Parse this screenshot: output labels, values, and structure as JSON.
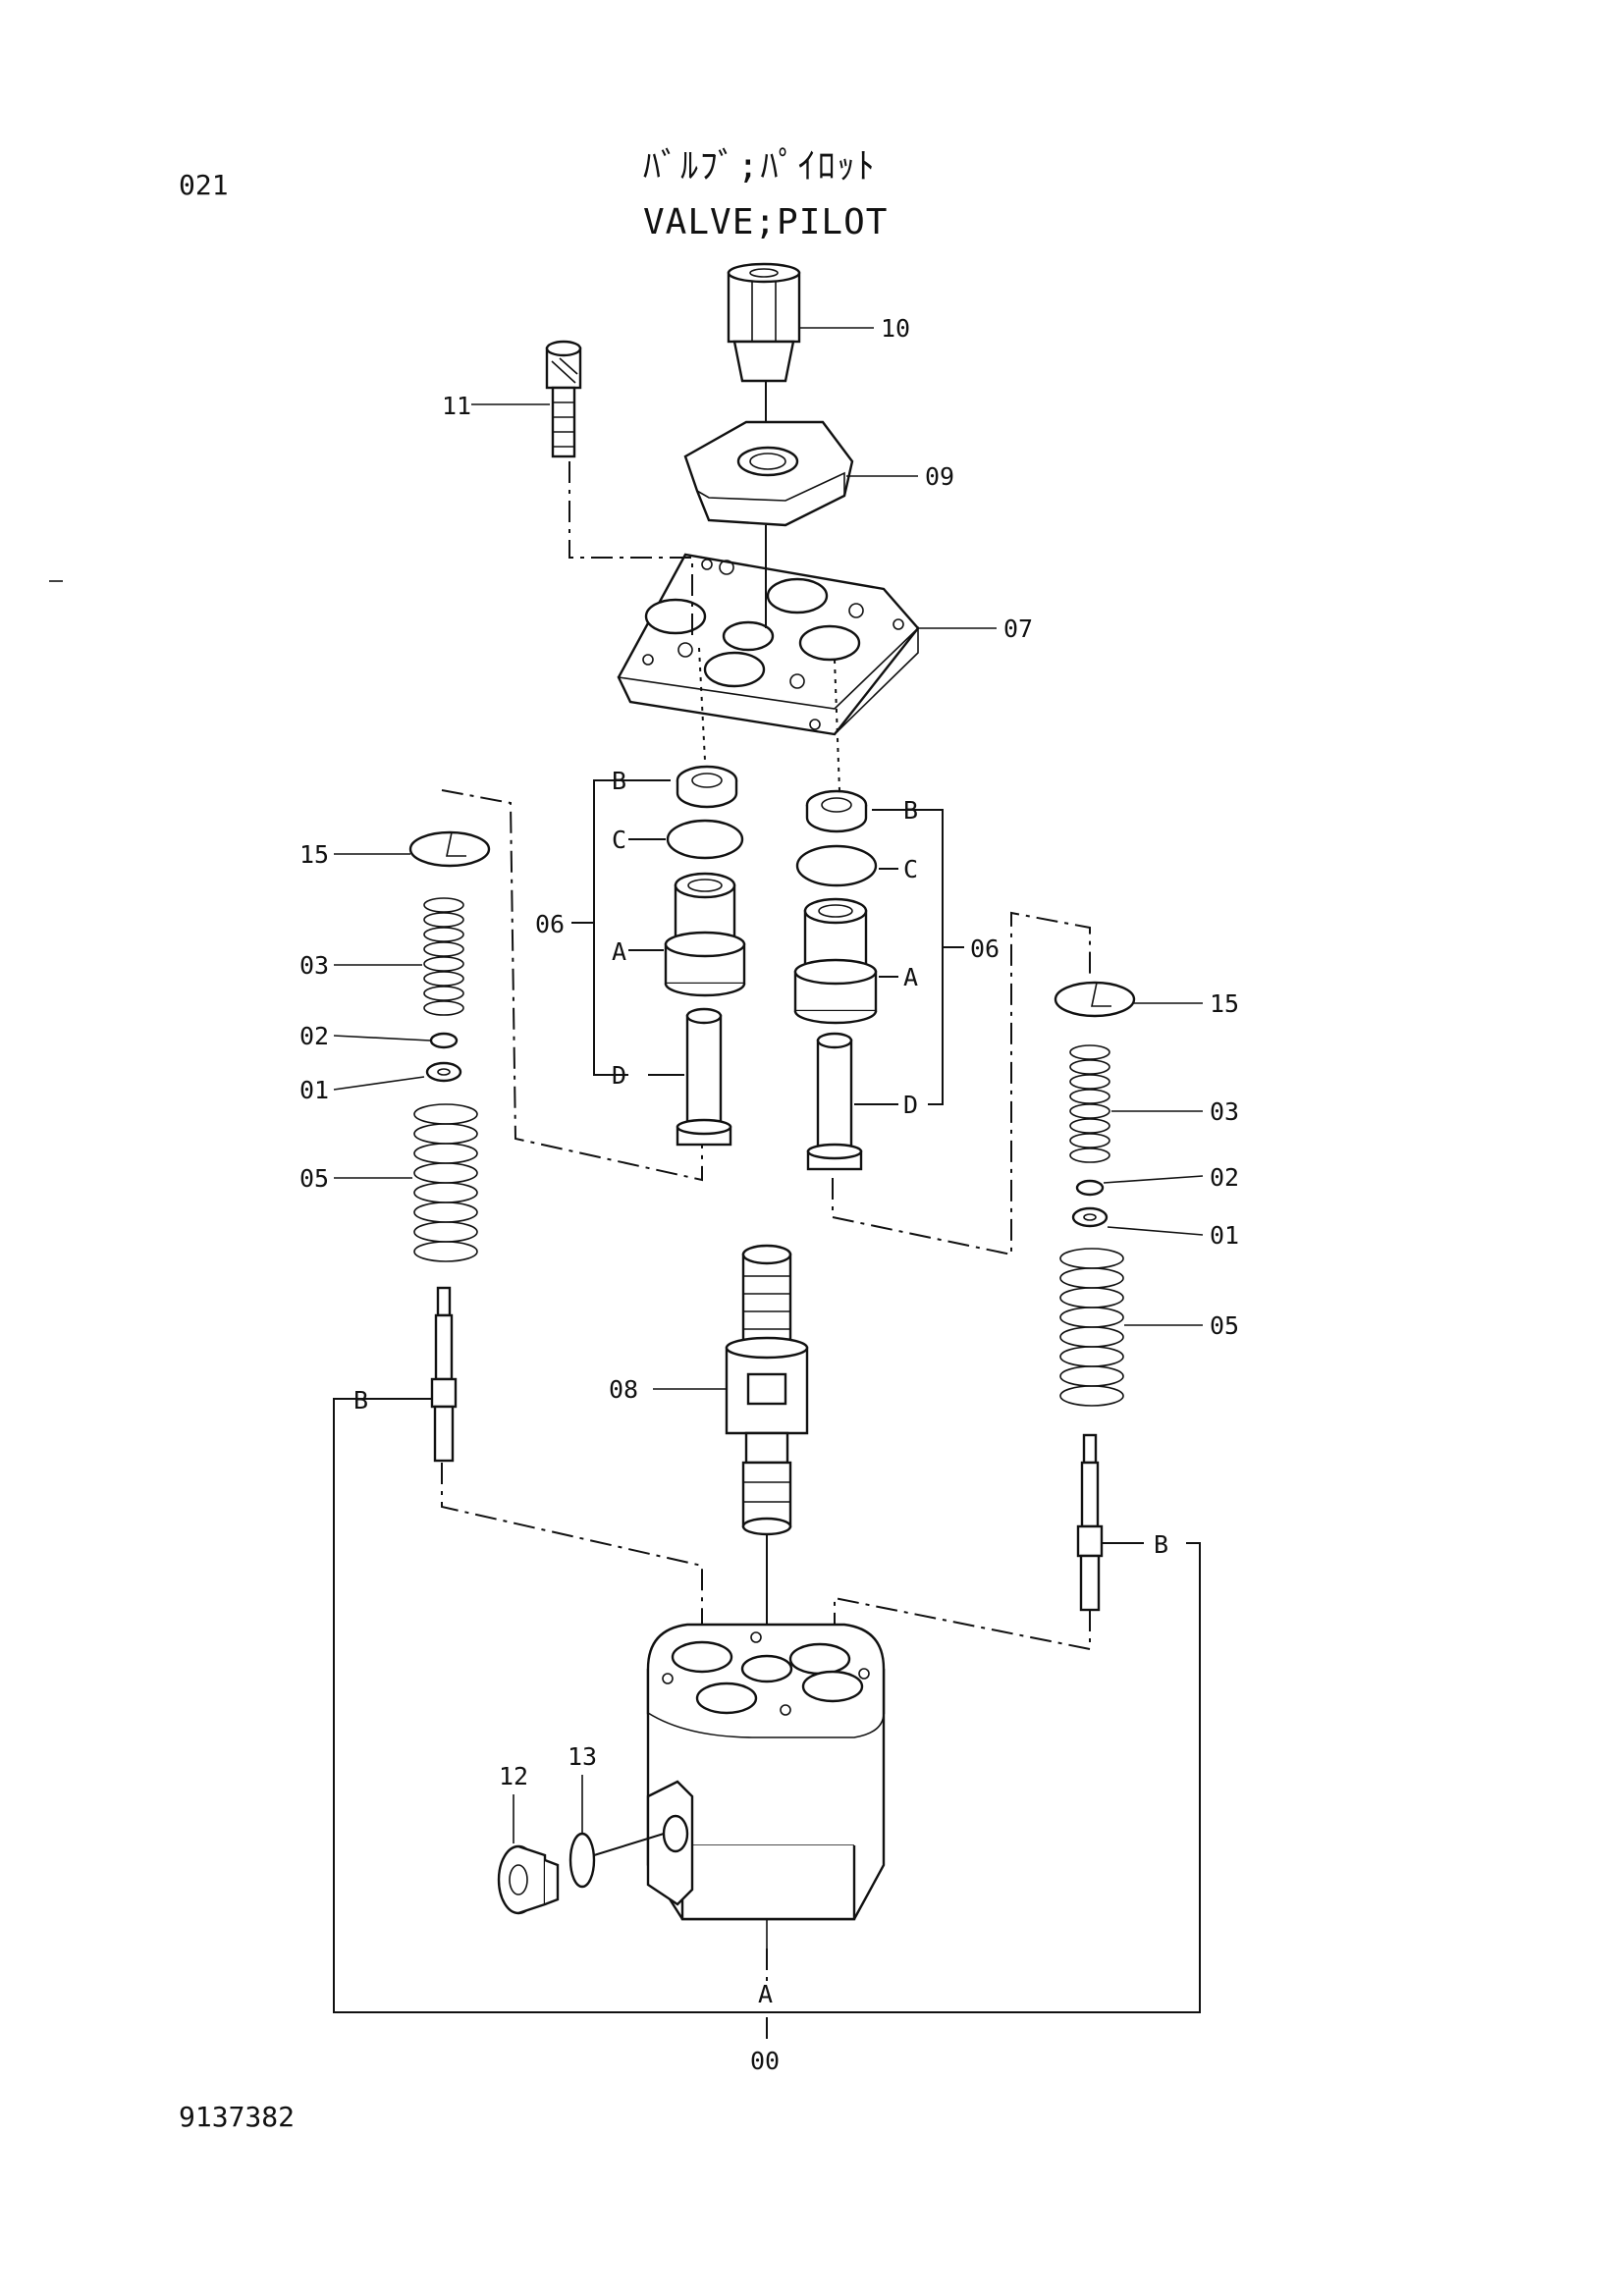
{
  "page_code": "021",
  "title_jp": "ﾊﾞﾙﾌﾞ;ﾊﾟｲﾛｯﾄ",
  "title_en": "VALVE;PILOT",
  "drawing_number": "9137382",
  "callouts": {
    "c00": "00",
    "c01_left": "01",
    "c01_right": "01",
    "c02_left": "02",
    "c02_right": "02",
    "c03_left": "03",
    "c03_right": "03",
    "c05_left": "05",
    "c05_right": "05",
    "c06_left": "06",
    "c06_right": "06",
    "c07": "07",
    "c08": "08",
    "c09": "09",
    "c10": "10",
    "c11": "11",
    "c12": "12",
    "c13": "13",
    "c15_left": "15",
    "c15_right": "15"
  },
  "sub_labels": {
    "a_left": "A",
    "a_right": "A",
    "a_bottom": "A",
    "b_left_set": "B",
    "b_right_set": "B",
    "b_left_rod": "B",
    "b_right_rod": "B",
    "c_left": "C",
    "c_right": "C",
    "d_left": "D",
    "d_right": "D"
  }
}
